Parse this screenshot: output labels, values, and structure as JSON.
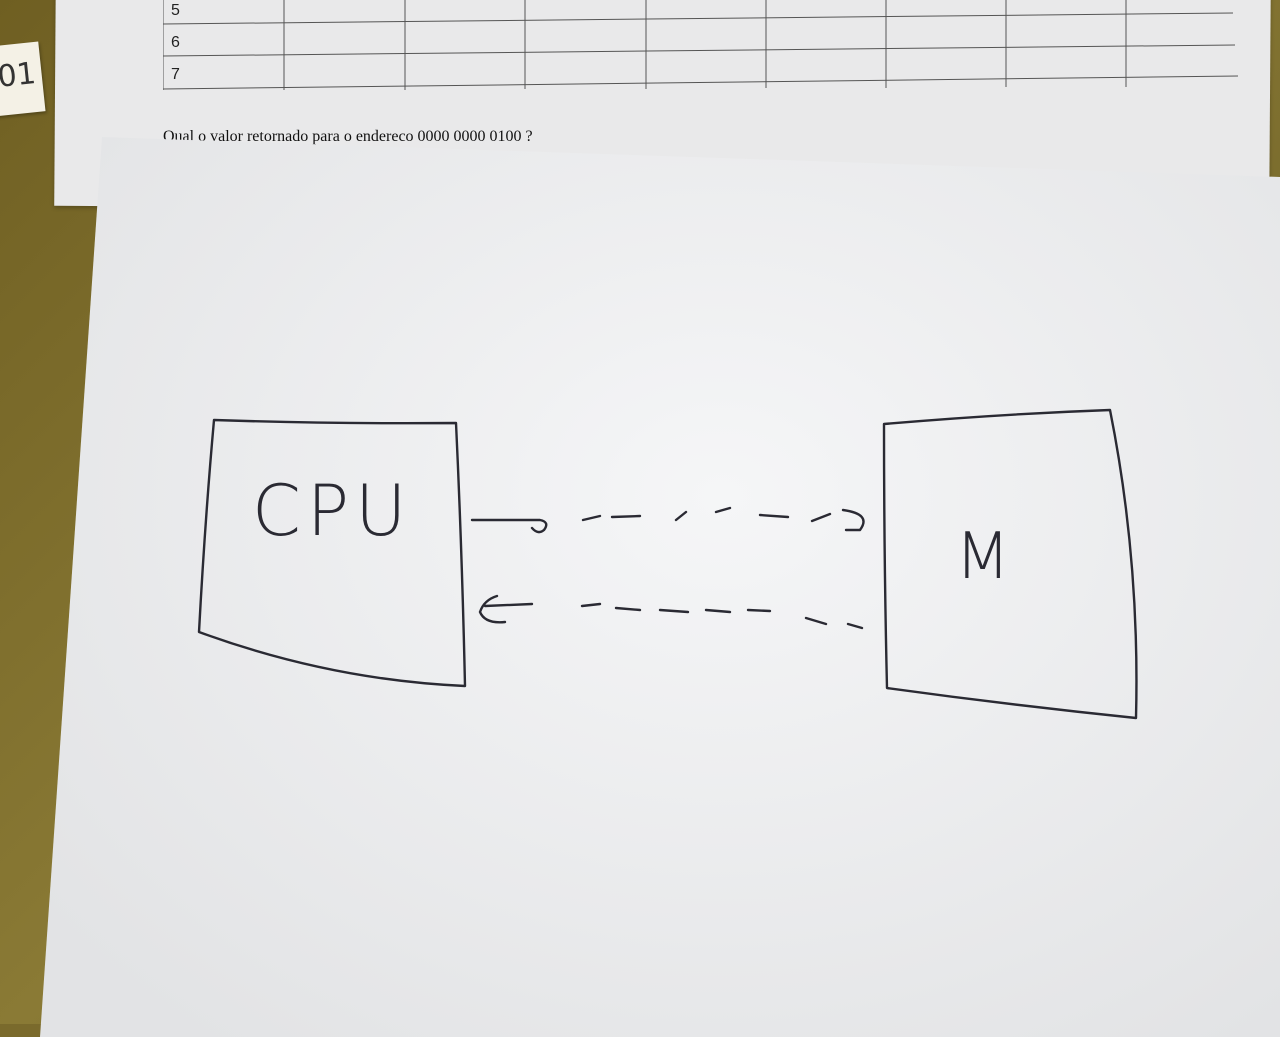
{
  "sticky_note": {
    "text": "01"
  },
  "back_sheet": {
    "table_rows": [
      "5",
      "6",
      "7"
    ],
    "question": "Qual o valor retornado para o endereco 0000 0000 0100 ?"
  },
  "diagram": {
    "cpu_label": "CPU",
    "memory_label": "M"
  },
  "colors": {
    "desk": "#7a6a2c",
    "paper": "#f0f1f3",
    "ink": "#2a2a33"
  }
}
